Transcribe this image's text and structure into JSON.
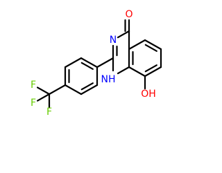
{
  "molecule": {
    "atoms": {
      "o_carbonyl": {
        "label": "O",
        "color": "#ff0000"
      },
      "n3": {
        "label": "N",
        "color": "#0000ff"
      },
      "nh": {
        "label": "H\nN",
        "nh_label": "NH",
        "color": "#0000ff"
      },
      "oh": {
        "label": "OH",
        "color": "#ff0000"
      },
      "f1": {
        "label": "F",
        "color": "#66cc00"
      },
      "f2": {
        "label": "F",
        "color": "#66cc00"
      },
      "f3": {
        "label": "F",
        "color": "#66cc00"
      }
    },
    "bond_color": "#000000"
  }
}
